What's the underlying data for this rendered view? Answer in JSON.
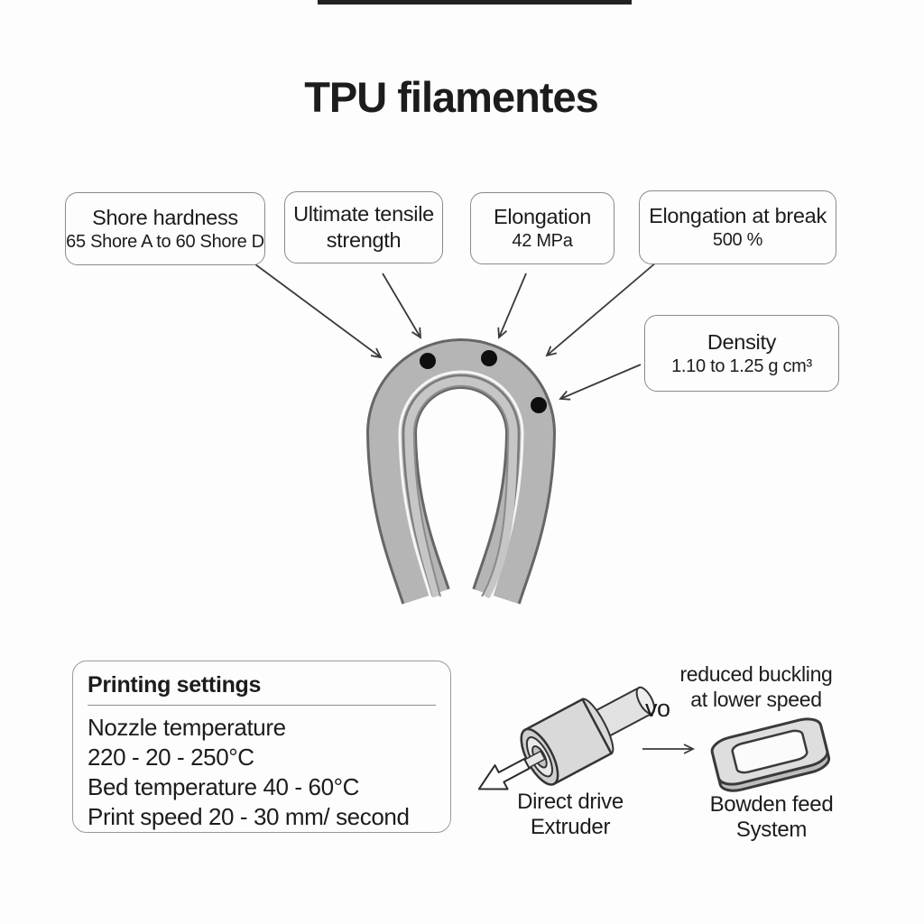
{
  "title": "TPU filamentes",
  "colors": {
    "background": "#fdfdfd",
    "text": "#1c1c1c",
    "box_border": "#8a8a8a",
    "arrow": "#3a3a3a",
    "filament_fill": "#b5b5b5",
    "filament_outline": "#666666",
    "filament_highlight": "#f6f6f6",
    "metal_fill": "#dcdcdc",
    "dot": "#0e0e0e",
    "top_bar": "#222222"
  },
  "property_boxes": [
    {
      "title": "Shore hardness",
      "value": "65 Shore A to 60 Shore D"
    },
    {
      "title": "Ultimate tensile strength",
      "value": ""
    },
    {
      "title": "Elongation",
      "value": "42 MPa"
    },
    {
      "title": "Elongation at break",
      "value": "500 %"
    },
    {
      "title": "Density",
      "value": "1.10 to 1.25 g cm³"
    }
  ],
  "printing_settings": {
    "title": "Printing settings",
    "lines": [
      "Nozzle temperature",
      "220 - 20 - 250°C",
      "Bed temperature 40 - 60°C",
      "Print speed 20 - 30 mm/ second"
    ]
  },
  "feed_systems": {
    "annotation_line1": "reduced buckling",
    "annotation_line2": "at lower speed",
    "vo_label": "vo",
    "direct_drive_line1": "Direct drive",
    "direct_drive_line2": "Extruder",
    "bowden_line1": "Bowden feed",
    "bowden_line2": "System"
  }
}
